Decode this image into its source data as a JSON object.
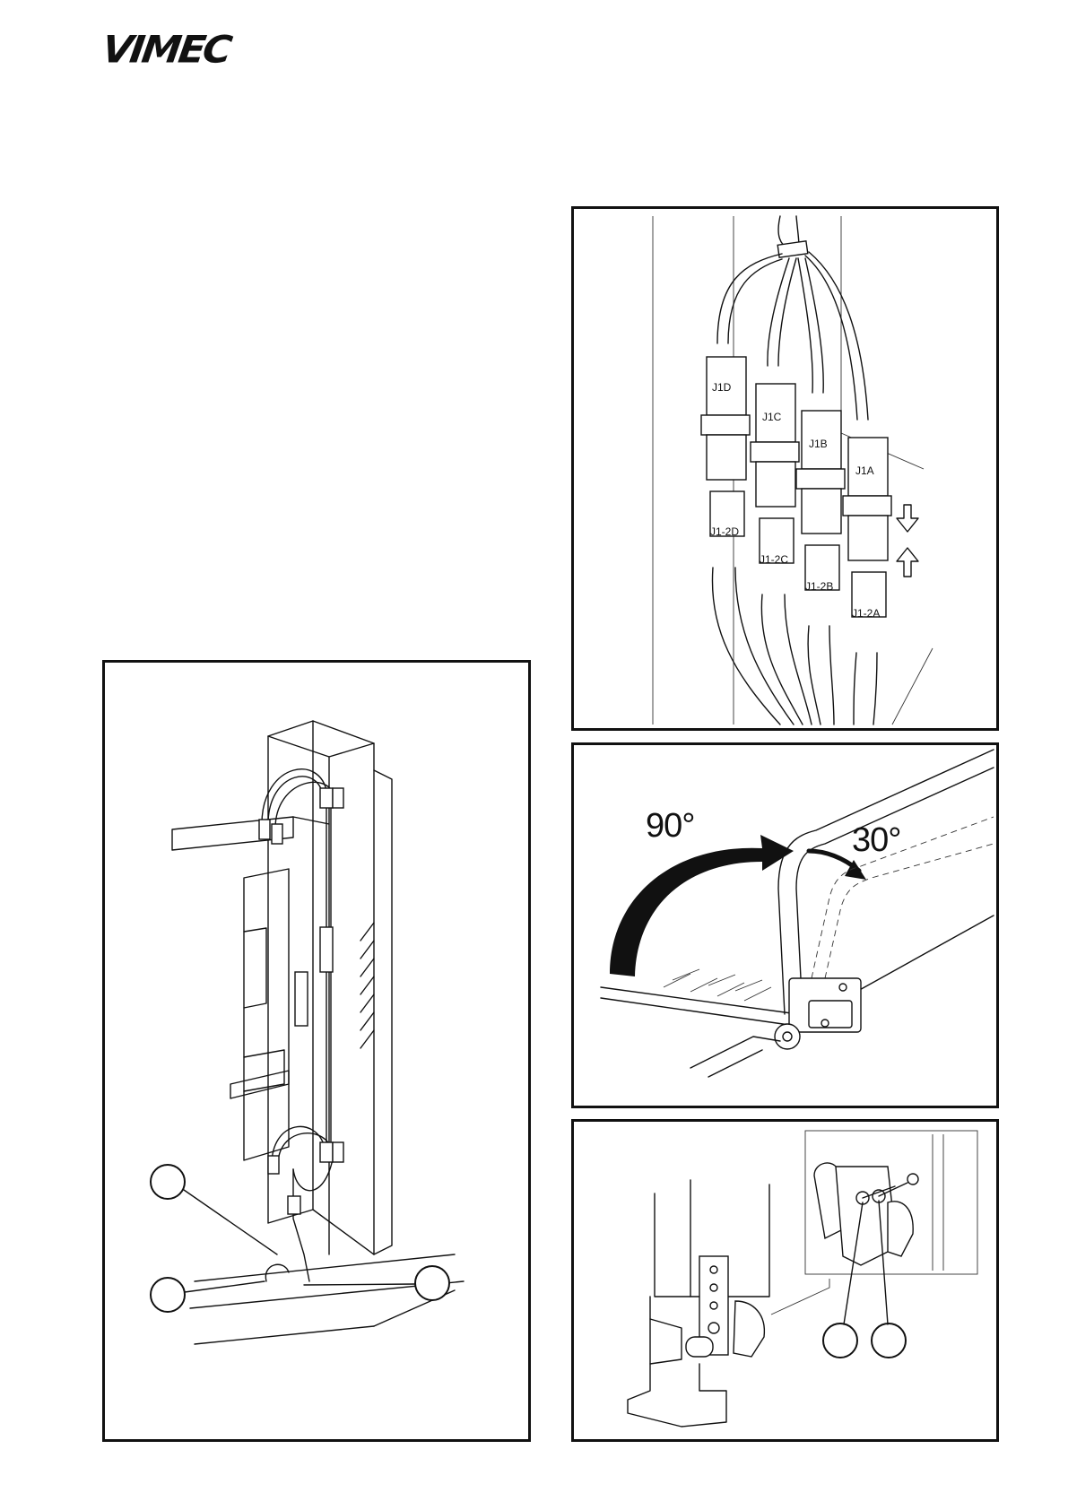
{
  "brand": {
    "logo_text": "VIMEC"
  },
  "connectors": {
    "upper": [
      "J1D",
      "J1C",
      "J1B",
      "J1A"
    ],
    "lower": [
      "J1-2D",
      "J1-2C",
      "J1-2B",
      "J1-2A"
    ]
  },
  "ramp": {
    "angle_large": "90°",
    "angle_small": "30°"
  }
}
